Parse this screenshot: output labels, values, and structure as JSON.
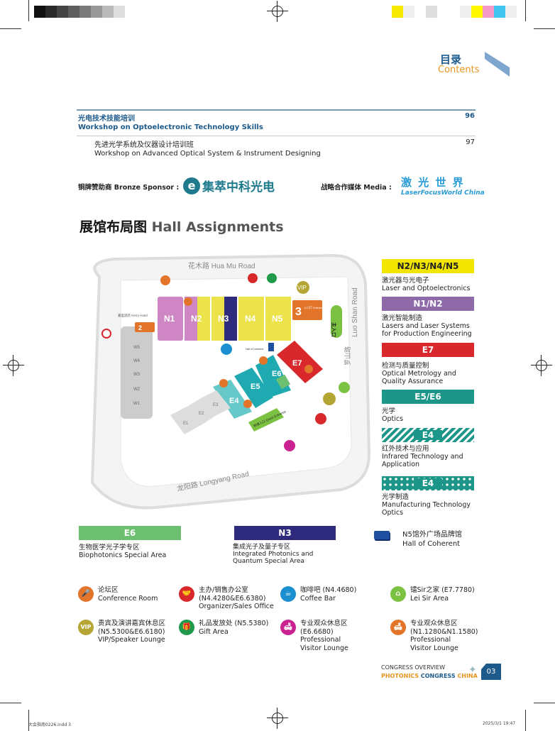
{
  "header": {
    "title_cn": "目录",
    "title_en": "Contents"
  },
  "toc": [
    {
      "cn": "光电技术技能培训",
      "en": "Workshop on Optoelectronic Technology Skills",
      "page": "96"
    },
    {
      "cn": "先进光学系统及仪器设计培训班",
      "en": "Workshop on Advanced Optical System & Instrument Designing",
      "page": "97"
    }
  ],
  "sponsors": {
    "bronze_label": "铜牌赞助商 Bronze Sponsor :",
    "bronze_name": "集萃中科光电",
    "media_label": "战略合作媒体 Media :",
    "media_name_cn": "激 光 世 界",
    "media_name_en": "LaserFocusWorld China"
  },
  "section_title": {
    "cn": "展馆布局图",
    "en": "Hall Assignments"
  },
  "map": {
    "roads": {
      "north": "花木路  Hua Mu Road",
      "east": "Luo Shan Road",
      "east_cn": "罗山路",
      "south": "龙阳路  Longyang Road"
    },
    "halls_n": [
      "N1",
      "N2",
      "N3",
      "N4",
      "N5"
    ],
    "halls_e": [
      "E1",
      "E2",
      "E3",
      "E4",
      "E5",
      "E6",
      "E7"
    ],
    "halls_w": [
      "W5",
      "W4",
      "W3",
      "W2",
      "W1"
    ],
    "entrance2": "2",
    "entrance3": "3",
    "entrance3_label": "入口厅 Entrance Hall",
    "main_entrance": "主入口",
    "quick_entrance": "快速入口 Quick Entrance",
    "kerry": "嘉里酒店 Kerry Hotel",
    "coherent": "Hall of Coherent",
    "vip": "VIP"
  },
  "legend": [
    {
      "label": "N2/N3/N4/N5",
      "cn": "激光器与光电子",
      "en": "Laser and Optoelectronics",
      "color": "#f2e600"
    },
    {
      "label": "N1/N2",
      "cn": "激光智能制造",
      "en": "Lasers and Laser Systems for Production Engineering",
      "color": "#8e6aa8"
    },
    {
      "label": "E7",
      "cn": "检测与质量控制",
      "en": "Optical Metrology and Quality Assurance",
      "color": "#d9282c"
    },
    {
      "label": "E5/E6",
      "cn": "光学",
      "en": "Optics",
      "color": "#1c9688"
    },
    {
      "label": "E4",
      "cn": "红外技术与应用",
      "en": "Infrared Technology and Application",
      "color": "#1c9688"
    },
    {
      "label": "E4",
      "cn": "光学制造",
      "en": "Manufacturing Technology Optics",
      "color": "#1c9688"
    }
  ],
  "special": [
    {
      "label": "E6",
      "cn": "生物医学光子学专区",
      "en": "Biophotonics Special Area",
      "color": "#6cc070"
    },
    {
      "label": "N3",
      "cn": "集成光子及量子专区",
      "en": "Integrated Photonics and Quantum Special Area",
      "color": "#2e2b7f"
    },
    {
      "cn": "N5馆外广场品牌馆",
      "en": "Hall of Coherent",
      "color": "#1f4fa0"
    }
  ],
  "icons": [
    {
      "icon": "microphone-icon",
      "cn": "论坛区",
      "en": "Conference Room",
      "color": "#e3752b"
    },
    {
      "icon": "handshake-icon",
      "cn": "主办/销售办公室",
      "detail": "(N4.4280&E6.6380)",
      "en": "Organizer/Sales Office",
      "color": "#d9282c"
    },
    {
      "icon": "coffee-icon",
      "cn": "咖啡吧 (N4.4680)",
      "en": "Coffee Bar",
      "color": "#1c8fd0"
    },
    {
      "icon": "home-icon",
      "cn": "镭Sir之家 (E7.7780)",
      "en": "Lei Sir Area",
      "color": "#7cc242"
    },
    {
      "icon": "vip-icon",
      "cn": "贵宾及演讲嘉宾休息区",
      "detail": "(N5.5300&E6.6180)",
      "en": "VIP/Speaker Lounge",
      "color": "#b5a534",
      "glyph": "VIP"
    },
    {
      "icon": "gift-icon",
      "cn": "礼品发放处 (N5.5380)",
      "en": "Gift Area",
      "color": "#1e9a4a"
    },
    {
      "icon": "sofa-icon",
      "cn": "专业观众休息区",
      "detail": "(E6.6680)",
      "en": "Professional Visitor Lounge",
      "color": "#c9218f"
    },
    {
      "icon": "sofa-icon",
      "cn": "专业观众休息区",
      "detail": "(N1.1280&N1.1580)",
      "en": "Professional Visitor Lounge",
      "color": "#e3752b"
    }
  ],
  "footer": {
    "line1": "CONGRESS OVERVIEW",
    "line2a": "PHOTONICS ",
    "line2b": "CONGRESS ",
    "line2c": "CHINA",
    "page": "03",
    "slug_left": "大会指南0226.indd  3",
    "slug_right": "2025/3/1  19:47"
  }
}
